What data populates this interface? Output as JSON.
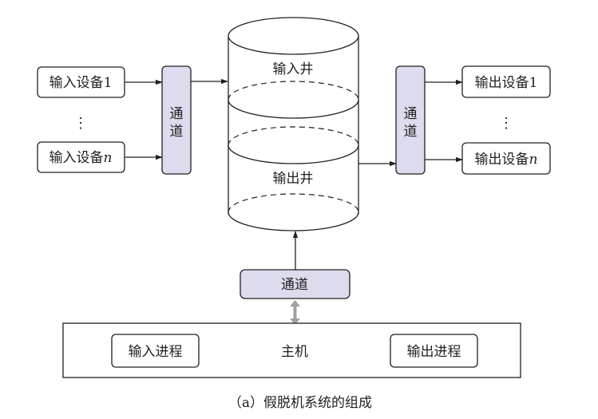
{
  "diagram": {
    "caption": "（a）假脱机系统的组成",
    "input_devices": {
      "first": "输入设备1",
      "last_prefix": "输入设备",
      "last_suffix": "n",
      "ellipsis": "⋮"
    },
    "output_devices": {
      "first": "输出设备1",
      "last_prefix": "输出设备",
      "last_suffix": "n",
      "ellipsis": "⋮"
    },
    "channel_left": {
      "char1": "通",
      "char2": "道"
    },
    "channel_right": {
      "char1": "通",
      "char2": "道"
    },
    "channel_bottom": {
      "label": "通道"
    },
    "disk": {
      "input_well": "输入井",
      "output_well": "输出井"
    },
    "host": {
      "label": "主机",
      "input_process": "输入进程",
      "output_process": "输出进程"
    },
    "colors": {
      "channel_fill": "#dcdcee",
      "line": "#231f20",
      "bidirectional_arrow": "#a0a0a0"
    }
  }
}
